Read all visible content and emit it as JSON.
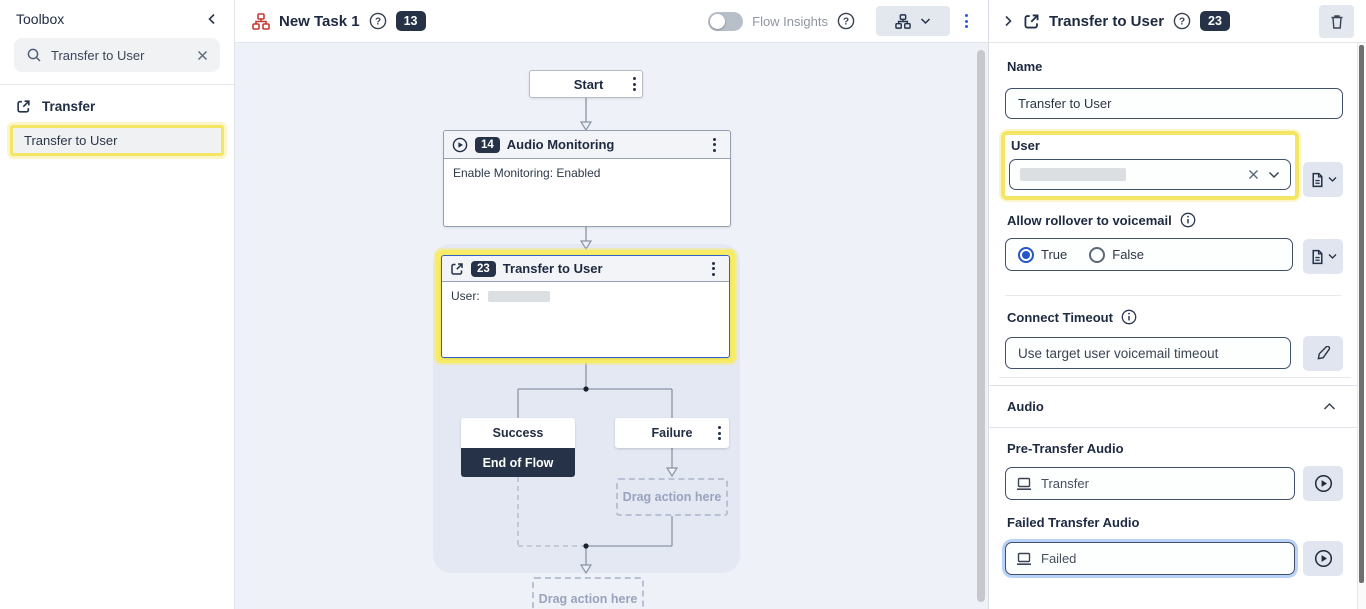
{
  "colors": {
    "accent_blue": "#2456c7",
    "highlight_yellow": "#f4e564",
    "dark_navy_badge": "#253247",
    "selected_node_border": "#2e62c8",
    "task_icon_red": "#c43a31",
    "canvas_background": "#eef1f7",
    "selection_zone": "#e4e8f3"
  },
  "toolbox": {
    "title": "Toolbox",
    "search": {
      "value": "Transfer to User"
    },
    "category_label": "Transfer",
    "item_label": "Transfer to User"
  },
  "canvas_header": {
    "task_title": "New Task 1",
    "task_badge": "13",
    "flow_insights_label": "Flow Insights"
  },
  "canvas": {
    "start_label": "Start",
    "audio_node": {
      "badge": "14",
      "title": "Audio Monitoring",
      "body": "Enable Monitoring: Enabled"
    },
    "transfer_node": {
      "badge": "23",
      "title": "Transfer to User",
      "body_label": "User:"
    },
    "success_label": "Success",
    "end_of_flow_label": "End of Flow",
    "failure_label": "Failure",
    "drop_placeholder": "Drag action here"
  },
  "inspector": {
    "title": "Transfer to User",
    "badge": "23",
    "name": {
      "label": "Name",
      "value": "Transfer to User"
    },
    "user": {
      "label": "User"
    },
    "rollover": {
      "label": "Allow rollover to voicemail",
      "true_label": "True",
      "false_label": "False"
    },
    "connect_timeout": {
      "label": "Connect Timeout",
      "value": "Use target user voicemail timeout"
    },
    "audio_section_label": "Audio",
    "pre_transfer": {
      "label": "Pre-Transfer Audio",
      "value": "Transfer"
    },
    "failed_transfer": {
      "label": "Failed Transfer Audio",
      "value": "Failed"
    }
  }
}
